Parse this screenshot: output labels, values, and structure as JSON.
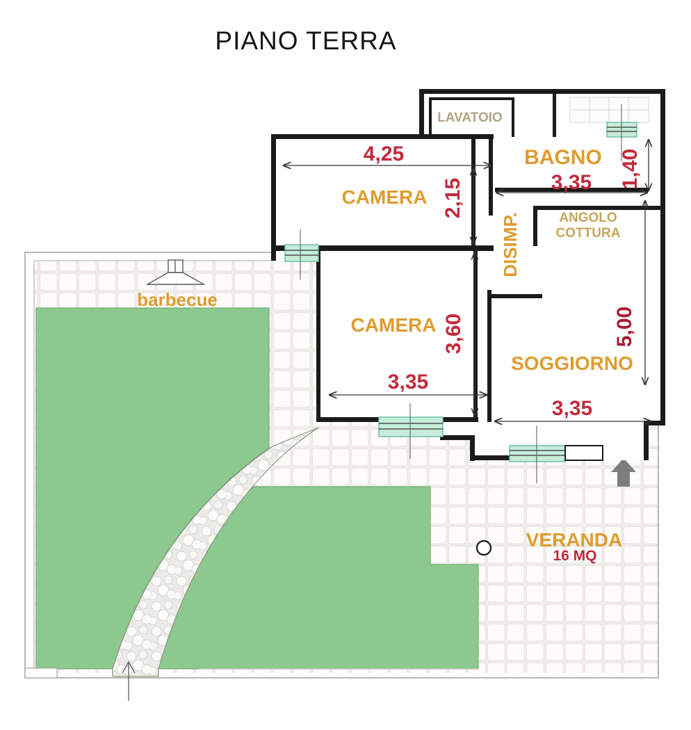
{
  "title": "PIANO TERRA",
  "plan": {
    "rooms": {
      "lavatoio": {
        "label": "LAVATOIO"
      },
      "bagno": {
        "label": "BAGNO",
        "width": "3,35",
        "side": "1,40"
      },
      "camera_top": {
        "label": "CAMERA",
        "width": "4,25",
        "depth": "2,15"
      },
      "camera_mid": {
        "label": "CAMERA",
        "width": "3,35",
        "depth": "3,60"
      },
      "disimpegno": {
        "label": "DISIMP."
      },
      "angolo_cottura": {
        "line1": "ANGOLO",
        "line2": "COTTURA"
      },
      "soggiorno": {
        "label": "SOGGIORNO",
        "width": "3,35",
        "depth": "5,00"
      },
      "veranda": {
        "label": "VERANDA",
        "area": "16 MQ"
      },
      "barbecue": {
        "label": "barbecue"
      }
    },
    "colors": {
      "wall": "#1b1b1b",
      "room_label": "#df9c30",
      "secondary_label": "#b4a284",
      "dimension": "#c22a3c",
      "lawn": "#8cc98e",
      "window": "#c6ecda",
      "entrance_arrow": "#7d7d7d"
    }
  }
}
